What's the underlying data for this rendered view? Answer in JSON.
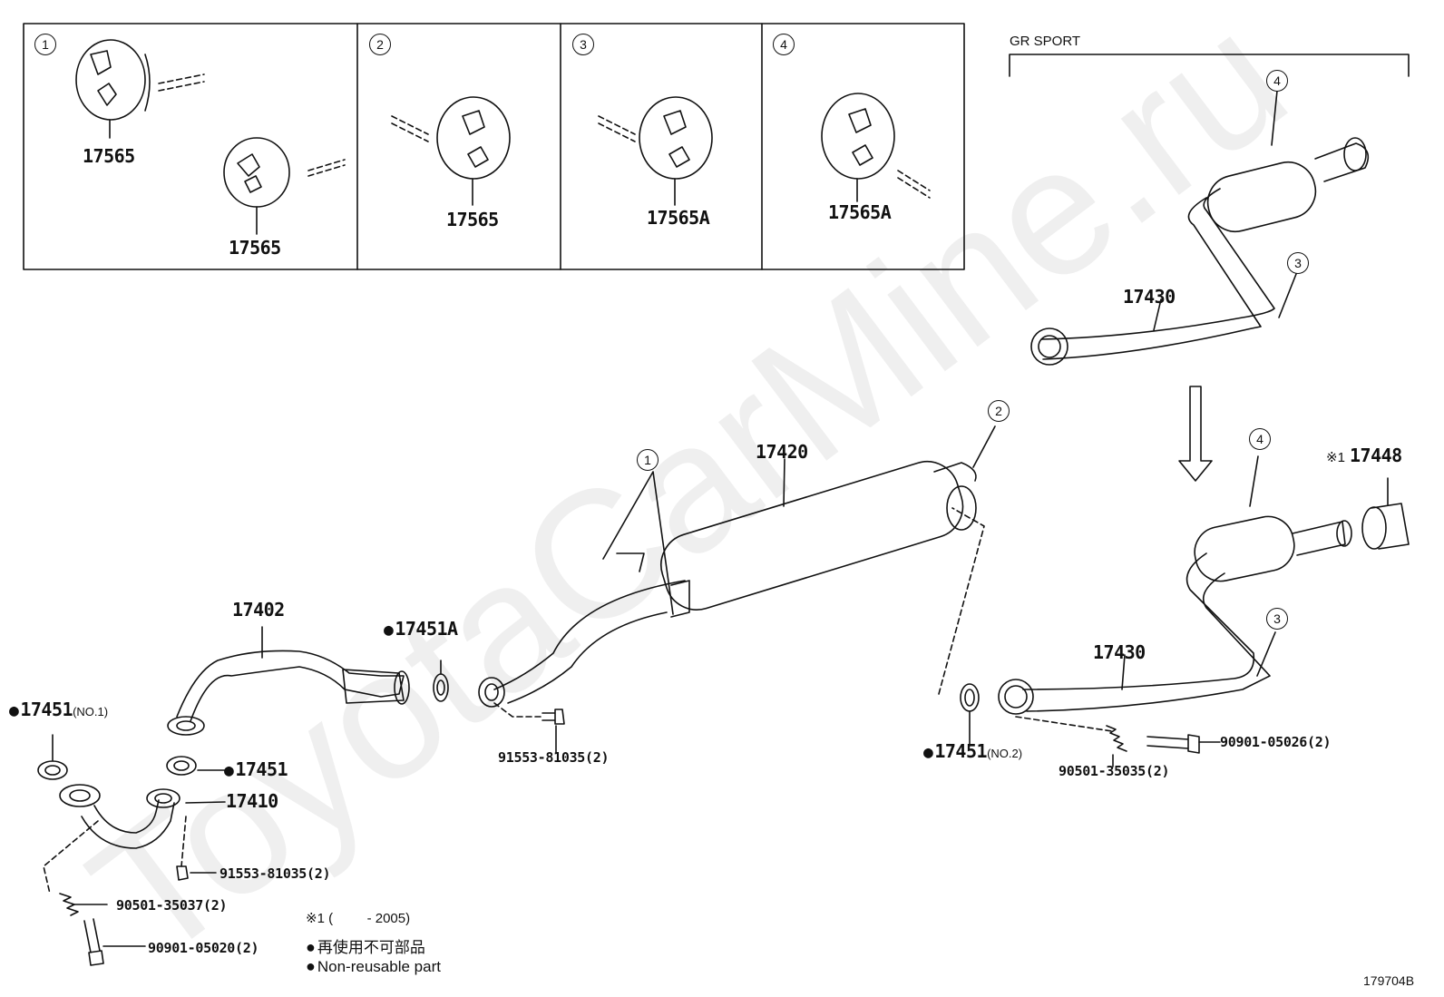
{
  "watermark": "ToyotaCarMine.ru",
  "inset_panels": [
    {
      "num": "1",
      "parts": [
        "17565",
        "17565"
      ]
    },
    {
      "num": "2",
      "parts": [
        "17565"
      ]
    },
    {
      "num": "3",
      "parts": [
        "17565A"
      ]
    },
    {
      "num": "4",
      "parts": [
        "17565A"
      ]
    }
  ],
  "gr_sport": {
    "label": "GR SPORT",
    "tailpipe": "17430",
    "hanger_nums": [
      "4",
      "3"
    ]
  },
  "lower_right": {
    "tailpipe": "17430",
    "tip": "17448",
    "tip_note": "※1",
    "hanger_nums": [
      "4",
      "3"
    ],
    "gasket": "17451",
    "gasket_note": "(NO.2)",
    "spring": "90501-35035(2)",
    "bolt": "90901-05026(2)"
  },
  "center": {
    "muffler": "17420",
    "hanger_nums": [
      "1",
      "2"
    ],
    "gasket": "17451A",
    "bolt": "91553-81035(2)"
  },
  "left": {
    "converter": "17402",
    "gasket_a": "17451",
    "gasket_a_note": "(NO.1)",
    "gasket_b": "17451",
    "front_pipe": "17410",
    "bolt": "91553-81035(2)",
    "spring": "90501-35037(2)",
    "stud": "90901-05020(2)"
  },
  "notes": {
    "note1": "※1 (         - 2005)",
    "jp": "再使用不可部品",
    "en": "Non-reusable part"
  },
  "figure_id": "179704B"
}
